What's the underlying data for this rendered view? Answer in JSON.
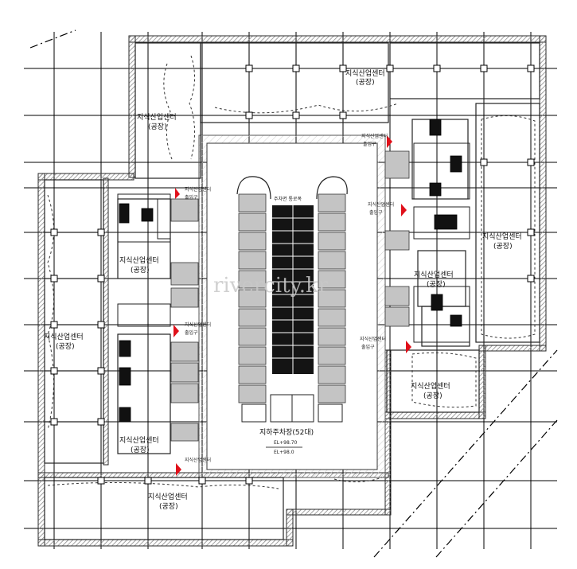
{
  "watermark": "rivercity.kr",
  "rooms": {
    "top_right_upper": {
      "line1": "지식산업센터",
      "line2": "(공장)"
    },
    "top_left": {
      "line1": "지식산업센터",
      "line2": "(공장)"
    },
    "right_upper": {
      "line1": "지식산업센터",
      "line2": "(공장)"
    },
    "left_mid": {
      "line1": "지식산업센터",
      "line2": "(공장)"
    },
    "right_mid": {
      "line1": "지식산업센터",
      "line2": "(공장)"
    },
    "left_lower": {
      "line1": "지식산업센터",
      "line2": "(공장)"
    },
    "right_lower": {
      "line1": "지식산업센터",
      "line2": "(공장)"
    },
    "left_bottom": {
      "line1": "지식산업센터",
      "line2": "(공장)"
    },
    "bottom_left": {
      "line1": "지식산업센터",
      "line2": "(공장)"
    }
  },
  "entrances": {
    "right_top": {
      "line1": "지식산업센터",
      "line2": "출입구"
    },
    "right_mid": {
      "line1": "지식산업센터",
      "line2": "출입구"
    },
    "right_low": {
      "line1": "지식산업센터",
      "line2": "출입구"
    },
    "left_top": {
      "line1": "지식산업센터",
      "line2": "출입구"
    },
    "left_mid": {
      "line1": "지식산업센터",
      "line2": "출입구"
    },
    "left_low": {
      "line1": "지식산업센터"
    }
  },
  "parking": {
    "label": "지하주차장(52대)",
    "elevation": "EL+98.70",
    "sub": "EL+98.0",
    "ramp_label": "주차면 통로폭"
  },
  "colors": {
    "wall": "#3a3a3a",
    "hatch": "#9a9a9a",
    "parking_fill": "#bdbdbd",
    "dark_fill": "#111111",
    "arrow": "#e0101a",
    "grid": "#000000"
  }
}
